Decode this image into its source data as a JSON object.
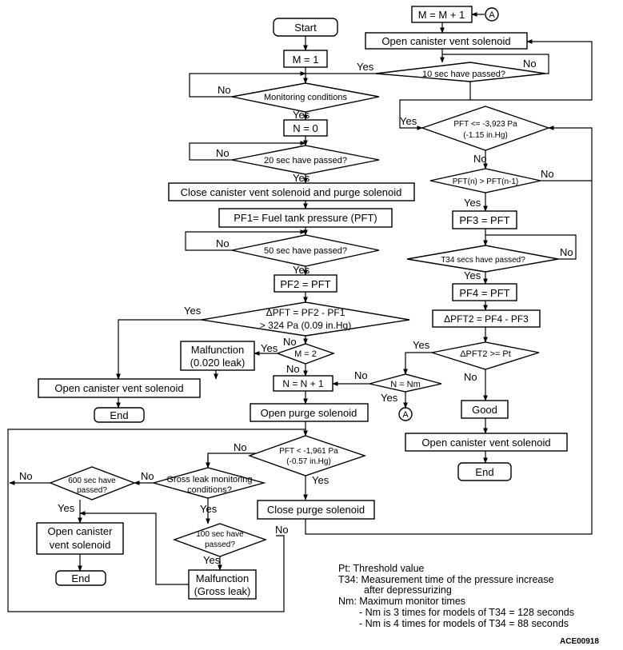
{
  "flow": {
    "start": "Start",
    "m_eq_1": "M = 1",
    "monitoring_conditions": "Monitoring conditions",
    "n_eq_0": "N = 0",
    "sec20": "20 sec have passed?",
    "close_both": "Close canister vent solenoid and purge solenoid",
    "pf1": "PF1= Fuel tank pressure (PFT)",
    "sec50": "50 sec have passed?",
    "pf2": "PF2 = PFT",
    "dpft_line1": "ΔPFT = PF2 - PF1",
    "dpft_line2": "> 324 Pa (0.09 in.Hg)",
    "m_eq_2": "M = 2",
    "malf_leak_line1": "Malfunction",
    "malf_leak_line2": "(0.020 leak)",
    "open_vent_left": "Open canister vent solenoid",
    "end_left": "End",
    "n_plus": "N = N + 1",
    "n_eq_nm": "N = Nm",
    "open_purge": "Open purge solenoid",
    "pft_1961_line1": "PFT < -1,961 Pa",
    "pft_1961_line2": "(-0.57 in.Hg)",
    "gross_cond_line1": "Gross leak monitoring",
    "gross_cond_line2": "conditions?",
    "sec600_line1": "600 sec have",
    "sec600_line2": "passed?",
    "open_vent_small_line1": "Open canister",
    "open_vent_small_line2": "vent solenoid",
    "end_small": "End",
    "sec100_line1": "100 sec have",
    "sec100_line2": "passed?",
    "malf_gross_line1": "Malfunction",
    "malf_gross_line2": "(Gross leak)",
    "close_purge": "Close purge solenoid",
    "m_plus": "M = M + 1",
    "connector_a": "A",
    "open_vent_top": "Open canister vent solenoid",
    "sec10": "10 sec have passed?",
    "pft_3923_line1": "PFT <= -3,923 Pa",
    "pft_3923_line2": "(-1.15 in.Hg)",
    "pft_compare": "PFT(n) > PFT(n-1)",
    "pf3": "PF3 = PFT",
    "t34": "T34 secs have passed?",
    "pf4": "PF4 = PFT",
    "dpft2": "ΔPFT2 = PF4 - PF3",
    "dpft2_pt": "ΔPFT2 >= Pt",
    "good": "Good",
    "open_vent_right": "Open canister vent solenoid",
    "end_right": "End",
    "yes": "Yes",
    "no": "No"
  },
  "legend": {
    "pt": "Pt: Threshold value",
    "t34_line1": "T34: Measurement time of the pressure increase",
    "t34_line2": "after depressurizing",
    "nm": "Nm: Maximum monitor times",
    "nm_note1": "- Nm is 3 times for models of T34 = 128 seconds",
    "nm_note2": "- Nm is 4 times for models of T34 = 88 seconds"
  },
  "figure_code": "ACE00918"
}
